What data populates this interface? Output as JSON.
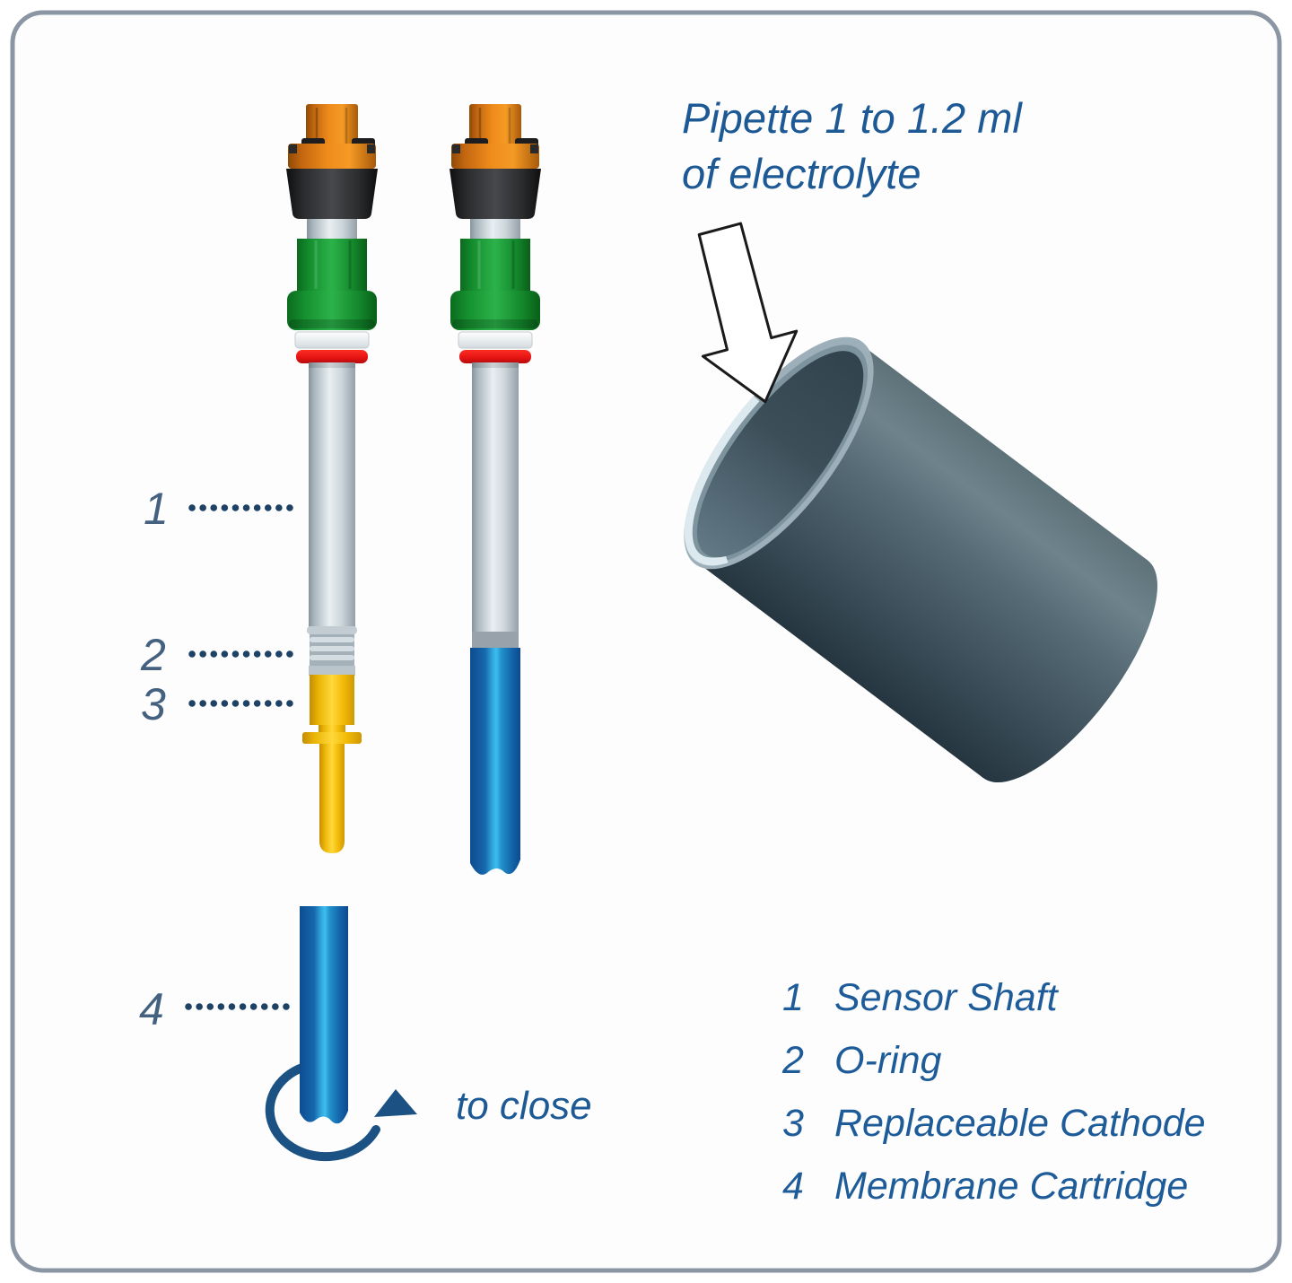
{
  "annotations": {
    "pipette_note": {
      "line1": "Pipette 1 to 1.2 ml",
      "line2": "of electrolyte"
    },
    "to_close": "to close"
  },
  "callouts": [
    {
      "number": "1"
    },
    {
      "number": "2"
    },
    {
      "number": "3"
    },
    {
      "number": "4"
    }
  ],
  "legend": [
    {
      "number": "1",
      "label": "Sensor Shaft"
    },
    {
      "number": "2",
      "label": "O-ring"
    },
    {
      "number": "3",
      "label": "Replaceable Cathode"
    },
    {
      "number": "4",
      "label": "Membrane Cartridge"
    }
  ],
  "colors": {
    "frame_border": "#8b96a4",
    "annotation_text": "#1d5994",
    "legend_text": "#1e5b99",
    "callout_text": "#44617f",
    "leader_dots": "#1d4265",
    "rotate_arrow": "#1c5183",
    "insert_arrow_fill": "#ffffff",
    "sensor_cap_orange": "#ef8c1b",
    "sensor_body_black": "#2c2d2f",
    "sensor_collar_green": "#2cb24a",
    "sensor_white_ring": "#f2f5f6",
    "sensor_red_oring": "#e9151a",
    "sensor_shaft_gray": "#c3ced4",
    "cathode_yellow": "#ffd83a",
    "membrane_blue": "#1a7fc4",
    "cartridge_cylinder_slate": "#45586e"
  }
}
